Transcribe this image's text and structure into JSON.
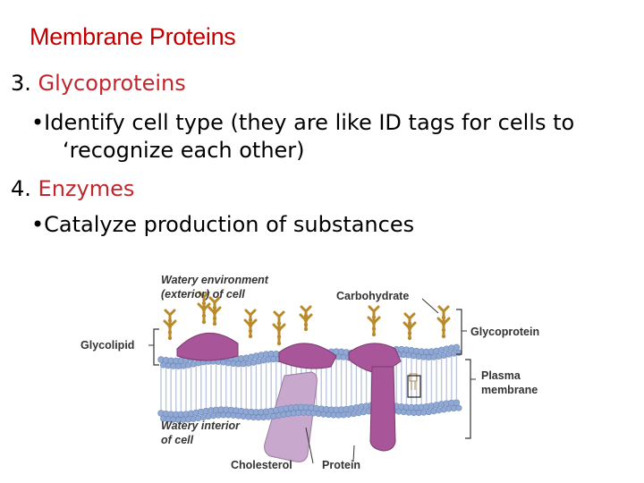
{
  "slide": {
    "title": "Membrane Proteins",
    "items": [
      {
        "number": "3.",
        "heading": "Glycoproteins",
        "bullet": "•Identify cell type (they are like ID tags for cells to",
        "bullet_cont": "‘recognize each other)"
      },
      {
        "number": "4.",
        "heading": "Enzymes",
        "bullet": "•Catalyze production of substances"
      }
    ]
  },
  "diagram": {
    "labels": {
      "watery_env_1": "Watery environment",
      "watery_env_2": "(exterior) of cell",
      "carbohydrate": "Carbohydrate",
      "glycolipid": "Glycolipid",
      "glycoprotein": "Glycoprotein",
      "plasma_1": "Plasma",
      "plasma_2": "membrane",
      "watery_int_1": "Watery interior",
      "watery_int_2": "of cell",
      "cholesterol": "Cholesterol",
      "protein": "Protein"
    },
    "colors": {
      "head": "#8fa8d4",
      "protein": "#a8559a",
      "carbohydrate": "#b88a2a",
      "channel": "#c8a8cc",
      "cholesterol": "#e3b87a"
    }
  }
}
